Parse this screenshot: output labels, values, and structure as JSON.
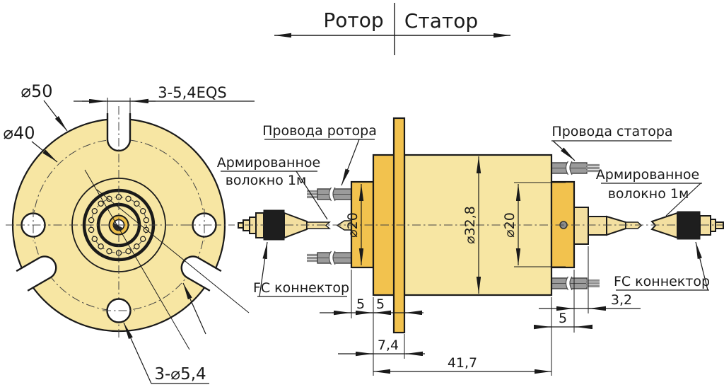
{
  "header": {
    "rotor_label": "Ротор",
    "stator_label": "Статор"
  },
  "front_view": {
    "outer_dia_label": "⌀50",
    "bolt_circle_dia_label": "⌀40",
    "slot_dim_label": "3-5,4EQS",
    "hole_dim_label": "3-⌀5,4"
  },
  "side_view": {
    "rotor_wires_label": "Провода ротора",
    "stator_wires_label": "Провода статора",
    "armored_fiber_left": {
      "line1": "Армированное",
      "line2": "волокно 1м"
    },
    "armored_fiber_right": {
      "line1": "Армированное",
      "line2": "волокно 1м"
    },
    "fc_connector_left_label": "FC коннектор",
    "fc_connector_right_label": "FC коннектор",
    "dims": {
      "rotor_shaft_dia": "⌀20",
      "body_dia": "⌀32,8",
      "stator_hub_dia": "⌀20",
      "rotor_cap_len": "5",
      "spacer_len": "5",
      "flange_offset": "7,4",
      "body_len": "41,7",
      "stator_cap_len": "5",
      "stator_step_len": "3,2"
    }
  },
  "colors": {
    "line": "#1a1a1a",
    "body_light": "#F7E6A3",
    "body_dark": "#F2C24E",
    "connector_tan": "#F3DFA0",
    "block_black": "#1e1e1e",
    "wire_gray": "#9b9b9b",
    "center_gold": "#EEC04B"
  }
}
